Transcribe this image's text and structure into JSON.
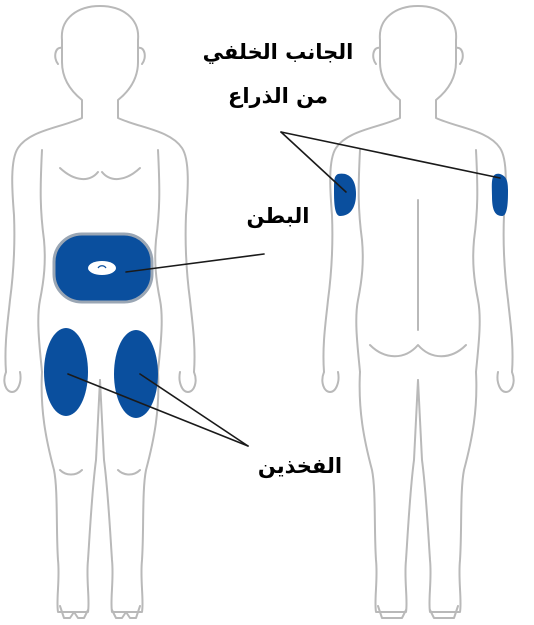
{
  "labels": {
    "back_of_arm_line1": "الجانب الخلفي",
    "back_of_arm_line2": "من الذراع",
    "abdomen": "البطن",
    "thighs": "الفخذين"
  },
  "colors": {
    "injection_site": "#0a4f9e",
    "site_border": "#9aa6b4",
    "body_outline": "#b9b9b9",
    "leader_line": "#1a1a1a"
  },
  "figures": [
    "front-view",
    "back-view"
  ]
}
